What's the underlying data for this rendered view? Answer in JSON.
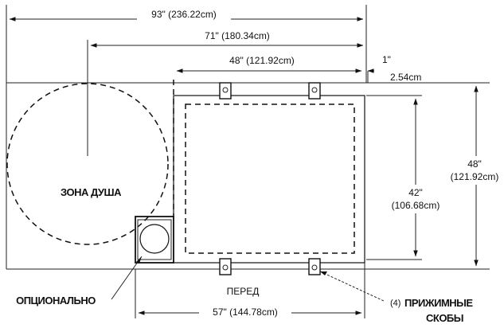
{
  "dimensions": {
    "overall_width": "93\" (236.22cm)",
    "shower_to_right": "71\" (180.34cm)",
    "tub_width": "48\" (121.92cm)",
    "gap_in": "1\"",
    "gap_cm": "2.54cm",
    "total_depth_in": "48\"",
    "total_depth_cm": "(121.92cm)",
    "tub_depth_in": "42\"",
    "tub_depth_cm": "(106.68cm)",
    "front_width": "57\" (144.78cm)"
  },
  "labels": {
    "shower_zone": "ЗОНА ДУША",
    "front": "ПЕРЕД",
    "optional": "ОПЦИОНАЛЬНО",
    "clips_count": "(4)",
    "clips_line1": "ПРИЖИМНЫЕ",
    "clips_line2": "СКОБЫ"
  }
}
